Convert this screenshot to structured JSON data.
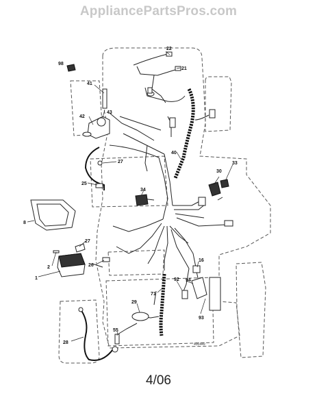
{
  "header": {
    "watermark": "AppliancePartsPros.com"
  },
  "footer": {
    "date_code": "4/06"
  },
  "diagram": {
    "drawing_code": "400449",
    "callouts": [
      "98",
      "22",
      "21",
      "41",
      "42",
      "43",
      "27",
      "25",
      "34",
      "30",
      "33",
      "40",
      "8",
      "27",
      "2",
      "1",
      "26",
      "71",
      "16",
      "94",
      "92",
      "29",
      "55",
      "93",
      "28"
    ]
  }
}
